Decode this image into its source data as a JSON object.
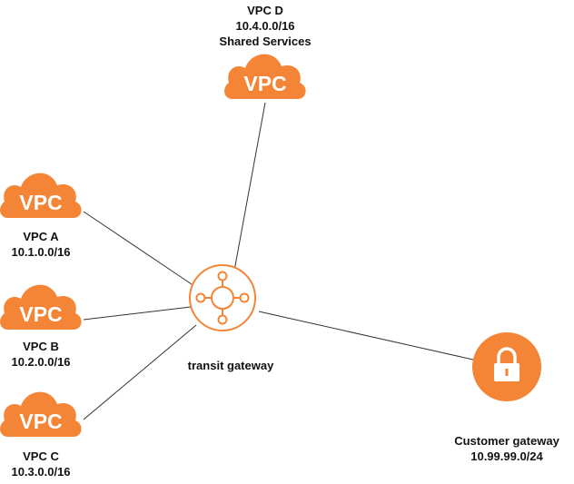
{
  "colors": {
    "accent": "#F58536",
    "line": "#333333",
    "icon_fg": "#ffffff"
  },
  "nodes": {
    "vpc_d": {
      "badge": "VPC",
      "name": "VPC D",
      "cidr": "10.4.0.0/16",
      "note": "Shared Services"
    },
    "vpc_a": {
      "badge": "VPC",
      "name": "VPC A",
      "cidr": "10.1.0.0/16"
    },
    "vpc_b": {
      "badge": "VPC",
      "name": "VPC B",
      "cidr": "10.2.0.0/16"
    },
    "vpc_c": {
      "badge": "VPC",
      "name": "VPC C",
      "cidr": "10.3.0.0/16"
    },
    "tgw": {
      "name": "transit gateway",
      "icon": "transit-gateway-hub-icon"
    },
    "cgw": {
      "name": "Customer gateway",
      "cidr": "10.99.99.0/24",
      "icon": "lock-icon"
    }
  },
  "edges": [
    {
      "from": "vpc_d",
      "to": "tgw"
    },
    {
      "from": "vpc_a",
      "to": "tgw"
    },
    {
      "from": "vpc_b",
      "to": "tgw"
    },
    {
      "from": "vpc_c",
      "to": "tgw"
    },
    {
      "from": "tgw",
      "to": "cgw"
    }
  ]
}
